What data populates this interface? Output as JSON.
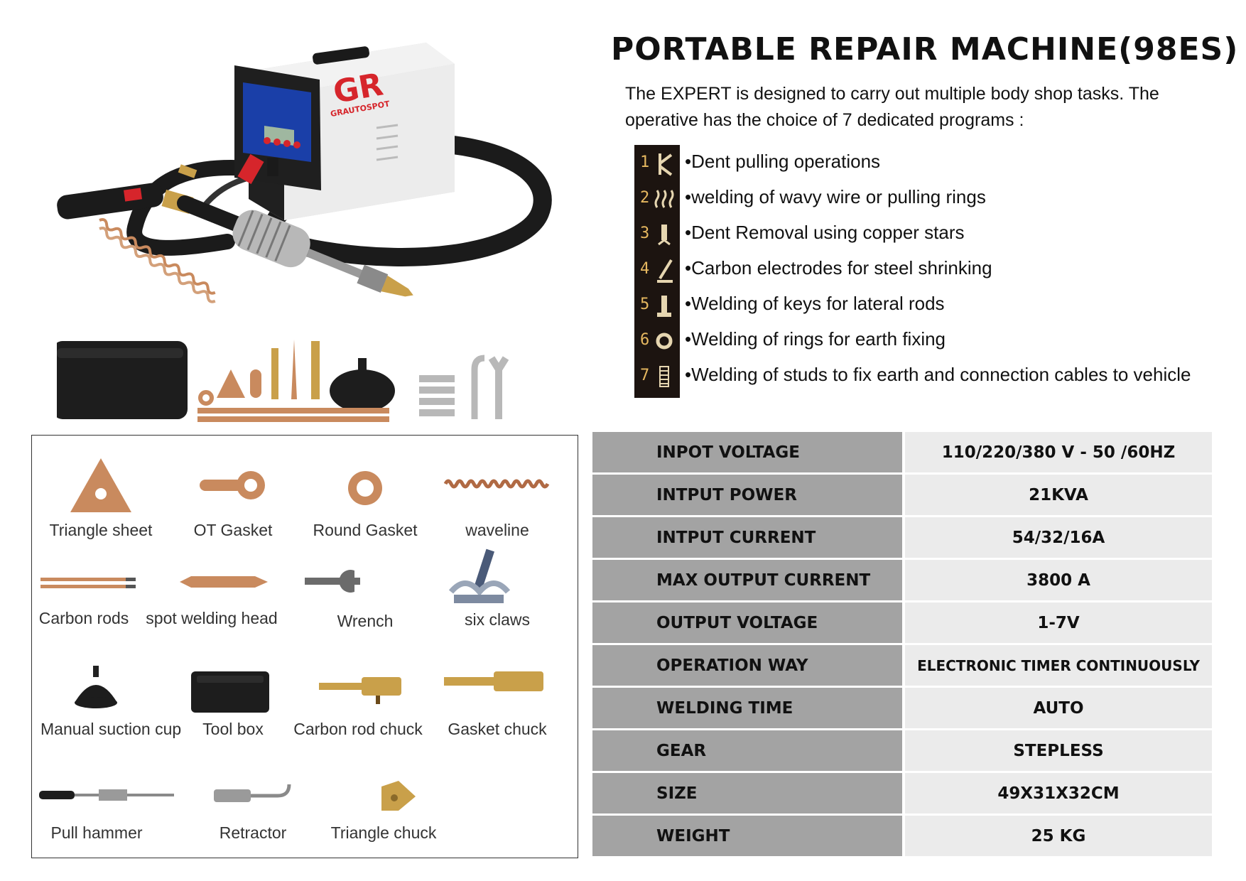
{
  "title": "PORTABLE REPAIR MACHINE(98ES)",
  "intro": "The EXPERT is designed to carry out multiple body shop tasks. The operative has the choice of 7 dedicated programs :",
  "brand": "GRAUTOSPOT",
  "programs": [
    {
      "num": "1",
      "icon": "dent-puller-icon",
      "text": "•Dent pulling operations"
    },
    {
      "num": "2",
      "icon": "wavy-wire-icon",
      "text": "•welding of wavy wire or pulling rings"
    },
    {
      "num": "3",
      "icon": "copper-star-icon",
      "text": "•Dent Removal using copper stars"
    },
    {
      "num": "4",
      "icon": "carbon-electrode-icon",
      "text": "•Carbon electrodes for steel shrinking"
    },
    {
      "num": "5",
      "icon": "key-weld-icon",
      "text": "•Welding of keys for lateral rods"
    },
    {
      "num": "6",
      "icon": "ring-icon",
      "text": "•Welding of rings for earth fixing"
    },
    {
      "num": "7",
      "icon": "stud-icon",
      "text": "•Welding of studs to fix earth and connection cables to vehicle"
    }
  ],
  "accessories": [
    {
      "label": "Triangle sheet",
      "icon": "triangle-sheet-icon"
    },
    {
      "label": "OT Gasket",
      "icon": "ot-gasket-icon"
    },
    {
      "label": "Round Gasket",
      "icon": "round-gasket-icon"
    },
    {
      "label": "waveline",
      "icon": "waveline-icon"
    },
    {
      "label": "Carbon rods",
      "icon": "carbon-rods-icon"
    },
    {
      "label": "spot welding head",
      "icon": "spot-welding-head-icon"
    },
    {
      "label": "Wrench",
      "icon": "wrench-icon"
    },
    {
      "label": "six claws",
      "icon": "six-claws-icon"
    },
    {
      "label": "Manual suction cup",
      "icon": "suction-cup-icon"
    },
    {
      "label": "Tool box",
      "icon": "tool-box-icon"
    },
    {
      "label": "Carbon rod chuck",
      "icon": "carbon-rod-chuck-icon"
    },
    {
      "label": "Gasket chuck",
      "icon": "gasket-chuck-icon"
    },
    {
      "label": "Pull hammer",
      "icon": "pull-hammer-icon"
    },
    {
      "label": "Retractor",
      "icon": "retractor-icon"
    },
    {
      "label": "Triangle chuck",
      "icon": "triangle-chuck-icon"
    }
  ],
  "specs": [
    {
      "key": "INPOT VOLTAGE",
      "value": "110/220/380 V - 50 /60HZ"
    },
    {
      "key": "INTPUT POWER",
      "value": "21KVA"
    },
    {
      "key": "INTPUT CURRENT",
      "value": "54/32/16A"
    },
    {
      "key": "MAX OUTPUT CURRENT",
      "value": "3800 A"
    },
    {
      "key": "OUTPUT VOLTAGE",
      "value": "1-7V"
    },
    {
      "key": "OPERATION WAY",
      "value": "ELECTRONIC TIMER CONTINUOUSLY"
    },
    {
      "key": "WELDING TIME",
      "value": "AUTO"
    },
    {
      "key": "GEAR",
      "value": "STEPLESS"
    },
    {
      "key": "SIZE",
      "value": "49X31X32CM"
    },
    {
      "key": "WEIGHT",
      "value": "25 KG"
    }
  ],
  "colors": {
    "copper": "#c98a5e",
    "brass": "#c9a04a",
    "dark": "#1c1410",
    "accent_red": "#d6252b",
    "spec_key_bg": "#a3a3a3",
    "spec_val_bg": "#ebebeb"
  }
}
